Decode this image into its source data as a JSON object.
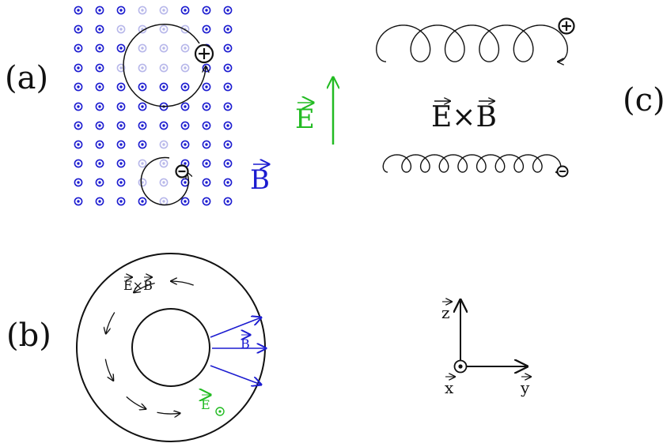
{
  "panels": {
    "a": "(a)",
    "b": "(b)",
    "c": "(c)"
  },
  "labels": {
    "E": "E",
    "B": "B",
    "ExB": "E×B",
    "x": "x",
    "y": "y",
    "z": "z"
  },
  "charges": {
    "positive": "⊕",
    "negative": "⊖"
  },
  "colors": {
    "field_B": "#1c1cd0",
    "field_B_faded": "#b8b8ea",
    "field_E": "#22bb22",
    "ink": "#111111"
  },
  "icons": {
    "field_dot": "dot-in-circle-icon",
    "arrow_head": "arrow-head-icon"
  }
}
